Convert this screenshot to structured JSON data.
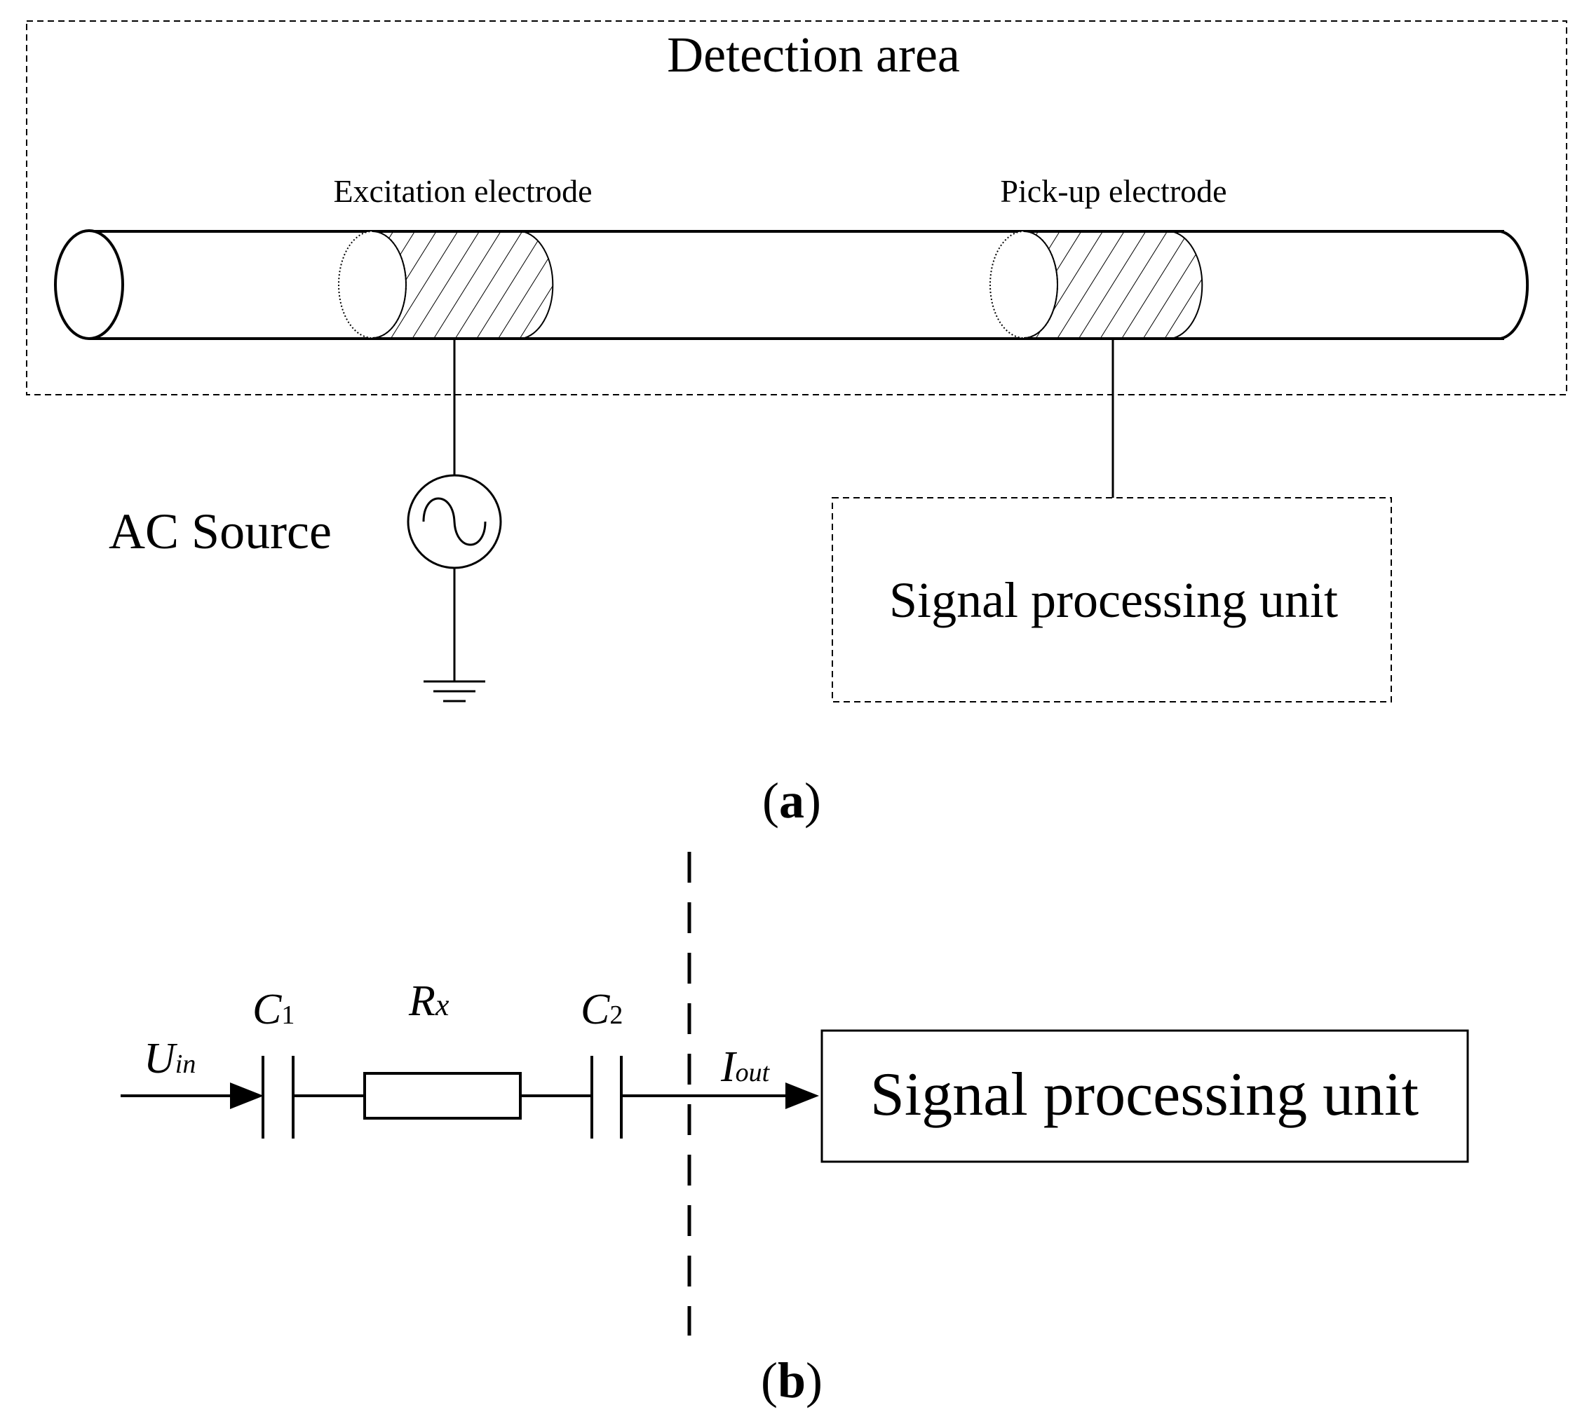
{
  "panel_a": {
    "detection_area_label": "Detection area",
    "excitation_label": "Excitation electrode",
    "pickup_label": "Pick-up electrode",
    "ac_source_label": "AC Source",
    "spu_label": "Signal processing unit",
    "caption": "a"
  },
  "panel_b": {
    "uin_main": "U",
    "uin_sub": "in",
    "c1_main": "C",
    "c1_sub": "1",
    "rx_main": "R",
    "rx_sub": "x",
    "c2_main": "C",
    "c2_sub": "2",
    "iout_main": "I",
    "iout_sub": "out",
    "spu_label": "Signal processing unit",
    "caption": "b"
  }
}
